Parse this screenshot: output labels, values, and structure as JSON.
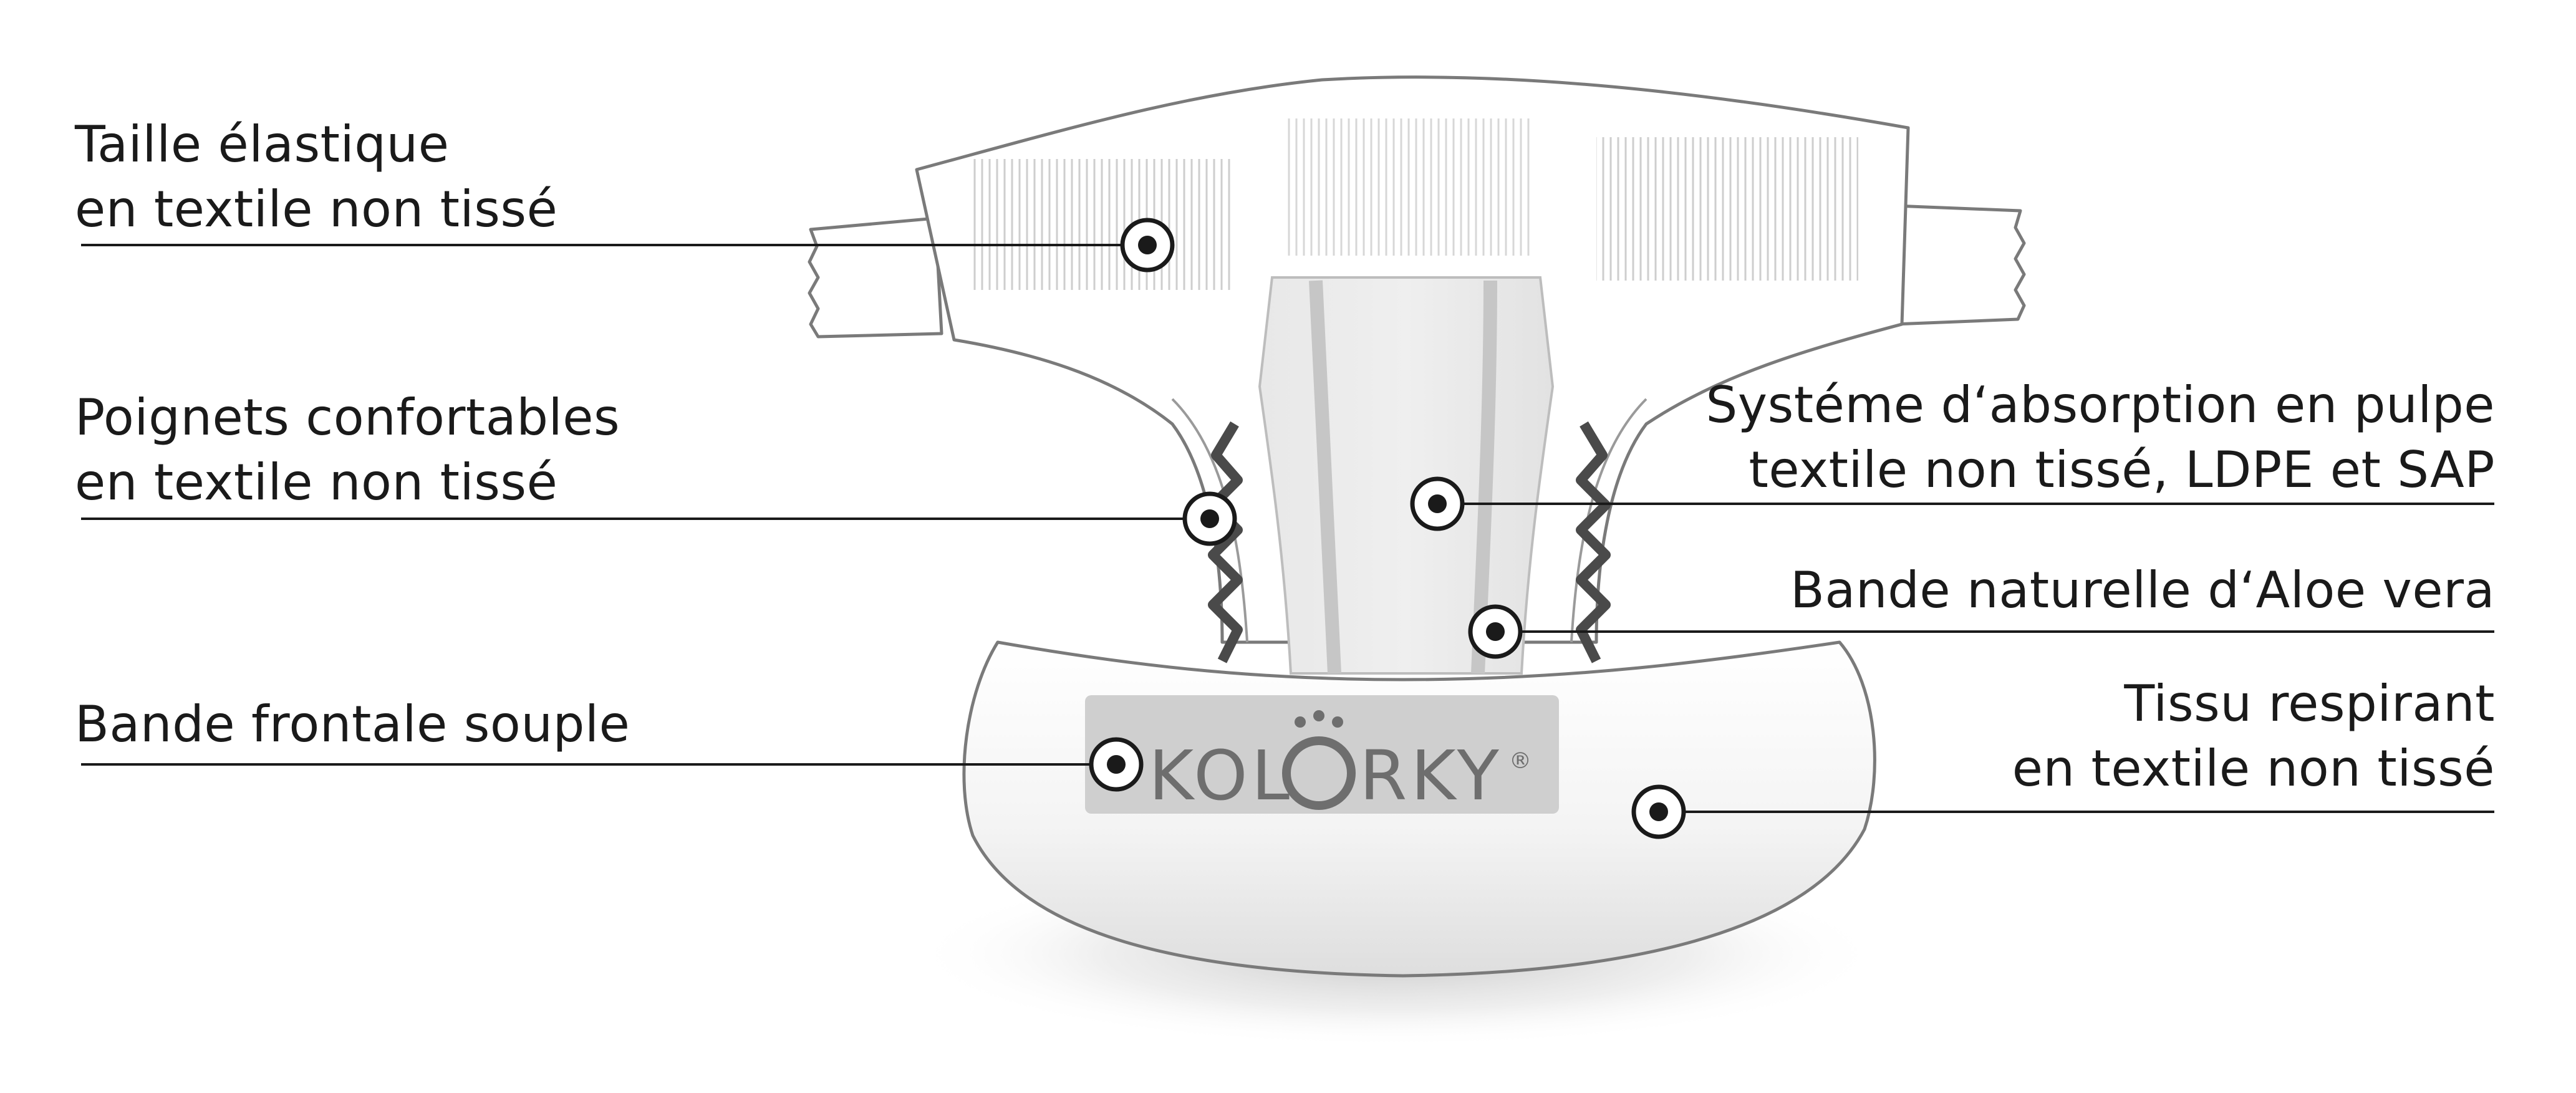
{
  "brand": {
    "logo_text": "KOLORKY",
    "logo_mark": "®",
    "logo_band_color": "#cfcfcf",
    "logo_text_color": "#6e6e6e"
  },
  "colors": {
    "line": "#1a1a1a",
    "text": "#1a1a1a",
    "diaper_outline": "#7a7a7a",
    "core_fill": "#e4e4e4",
    "core_stripe": "#c6c6c6"
  },
  "callouts": [
    {
      "id": "waist",
      "lines": [
        "Taille élastique",
        "en textile non tissé"
      ]
    },
    {
      "id": "cuffs",
      "lines": [
        "Poignets confortables",
        "en textile non tissé"
      ]
    },
    {
      "id": "front-band",
      "lines": [
        "Bande frontale souple"
      ]
    },
    {
      "id": "absorption",
      "lines": [
        "Systéme d‘absorption en pulpe",
        "textile non tissé, LDPE et SAP"
      ]
    },
    {
      "id": "aloe",
      "lines": [
        "Bande naturelle d‘Aloe vera"
      ]
    },
    {
      "id": "breathable",
      "lines": [
        "Tissu respirant",
        "en textile non tissé"
      ]
    }
  ]
}
